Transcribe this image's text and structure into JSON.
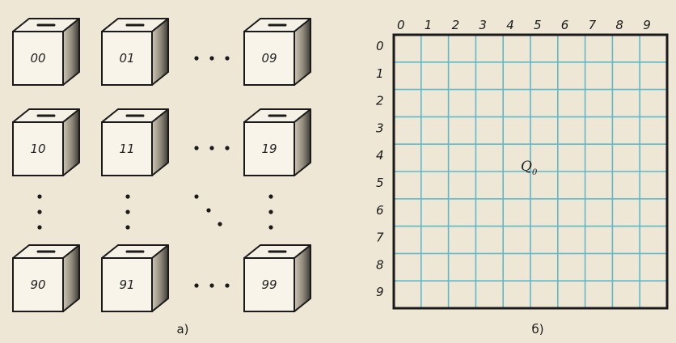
{
  "panel_a": {
    "caption": "а)",
    "boxes": [
      [
        "00",
        "01",
        "09"
      ],
      [
        "10",
        "11",
        "19"
      ],
      [
        "90",
        "91",
        "99"
      ]
    ]
  },
  "panel_b": {
    "caption": "б)",
    "column_labels": [
      "0",
      "1",
      "2",
      "3",
      "4",
      "5",
      "6",
      "7",
      "8",
      "9"
    ],
    "row_labels": [
      "0",
      "1",
      "2",
      "3",
      "4",
      "5",
      "6",
      "7",
      "8",
      "9"
    ],
    "point": {
      "label": "Q",
      "subscript": "0",
      "row": 4,
      "column": 5
    }
  },
  "colors": {
    "background": "#efe7d6",
    "grid_line": "#5fb8c8",
    "ink": "#1a1a1a"
  }
}
